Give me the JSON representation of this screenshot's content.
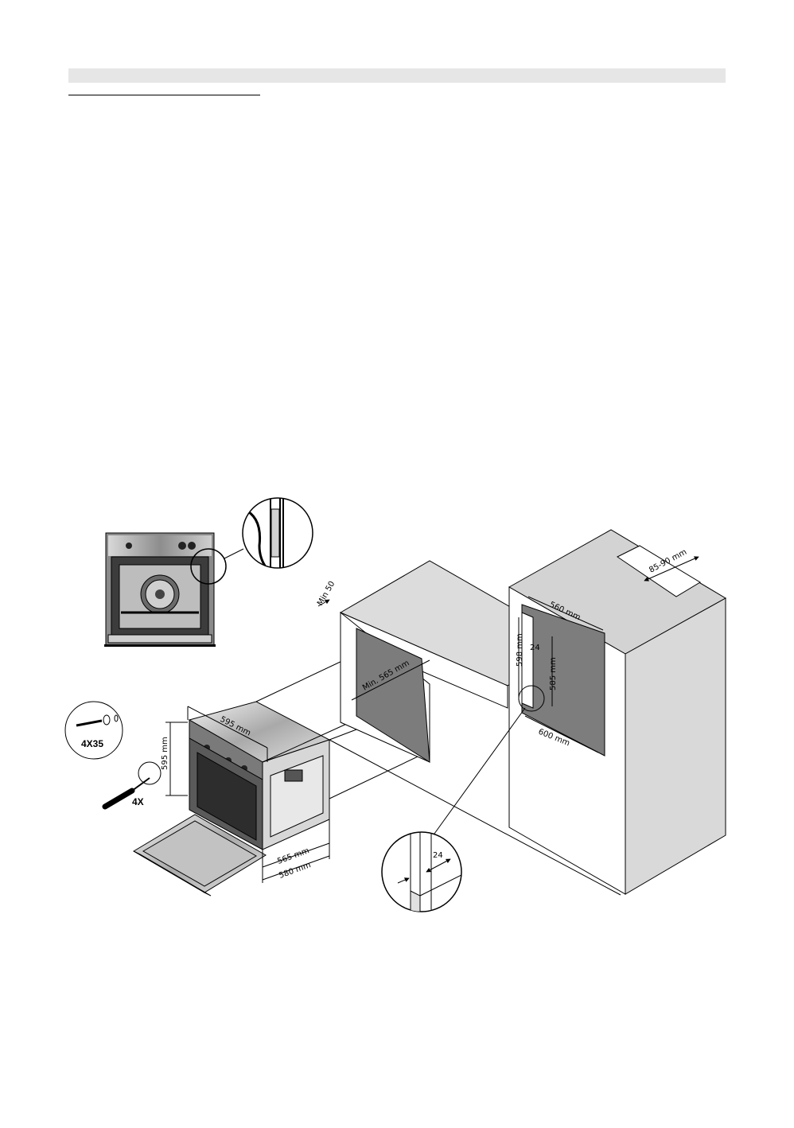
{
  "labels": {
    "screws": "4X35",
    "screw_count": "4X"
  },
  "dimensions": {
    "oven_width": "595 mm",
    "oven_height": "595 mm",
    "oven_depth_body": "565 mm",
    "oven_depth_total": "580 mm",
    "counter_min_gap": "Min 50",
    "counter_min_depth": "Min. 565 mm",
    "niche_width": "560 mm",
    "niche_height_outer": "598 mm",
    "niche_height_inner": "585 mm",
    "niche_depth": "600 mm",
    "side_strip": "24",
    "vent_opening": "85-90 mm",
    "detail_strip": "24"
  }
}
